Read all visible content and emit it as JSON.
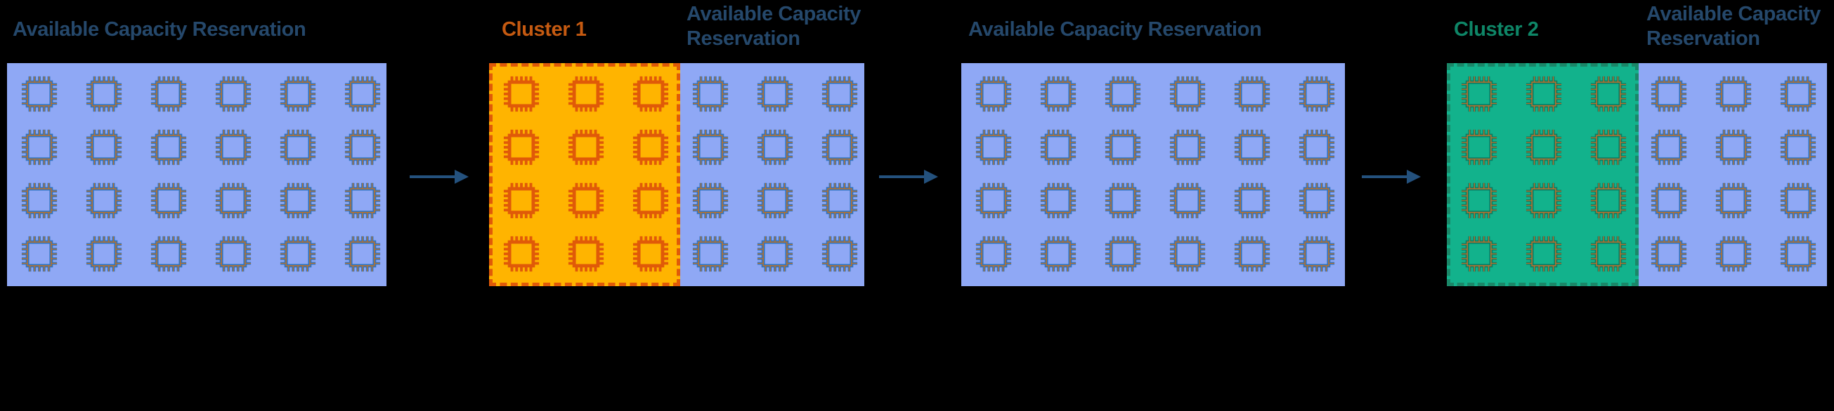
{
  "colors": {
    "background": "#000000",
    "panel_blue": "#8FA8F5",
    "chip_blue": "#2E73BF",
    "chip_accent": "#B8722E",
    "cluster1_bg": "#FFB400",
    "cluster1_stroke": "#E05A08",
    "cluster1_text": "#C55A11",
    "cluster2_bg": "#12B28C",
    "cluster2_stroke": "#0C7B62",
    "cluster2_border": "#1A8768",
    "cluster2_text": "#0E8667",
    "title_text": "#25486B",
    "arrow": "#24517D"
  },
  "groups": [
    {
      "title": "Available Capacity Reservation",
      "panels": [
        {
          "style": "blue",
          "cols": 6,
          "rows": 4
        }
      ]
    },
    {
      "cluster_title": "Cluster 1",
      "acr_line1": "Available Capacity",
      "acr_line2": "Reservation",
      "panels": [
        {
          "style": "cluster1",
          "cols": 3,
          "rows": 4
        },
        {
          "style": "blue",
          "cols": 3,
          "rows": 4
        }
      ]
    },
    {
      "title": "Available Capacity Reservation",
      "panels": [
        {
          "style": "blue",
          "cols": 6,
          "rows": 4
        }
      ]
    },
    {
      "cluster_title": "Cluster 2",
      "acr_line1": "Available Capacity",
      "acr_line2": "Reservation",
      "panels": [
        {
          "style": "cluster2",
          "cols": 3,
          "rows": 4
        },
        {
          "style": "blue",
          "cols": 3,
          "rows": 4
        }
      ]
    }
  ]
}
